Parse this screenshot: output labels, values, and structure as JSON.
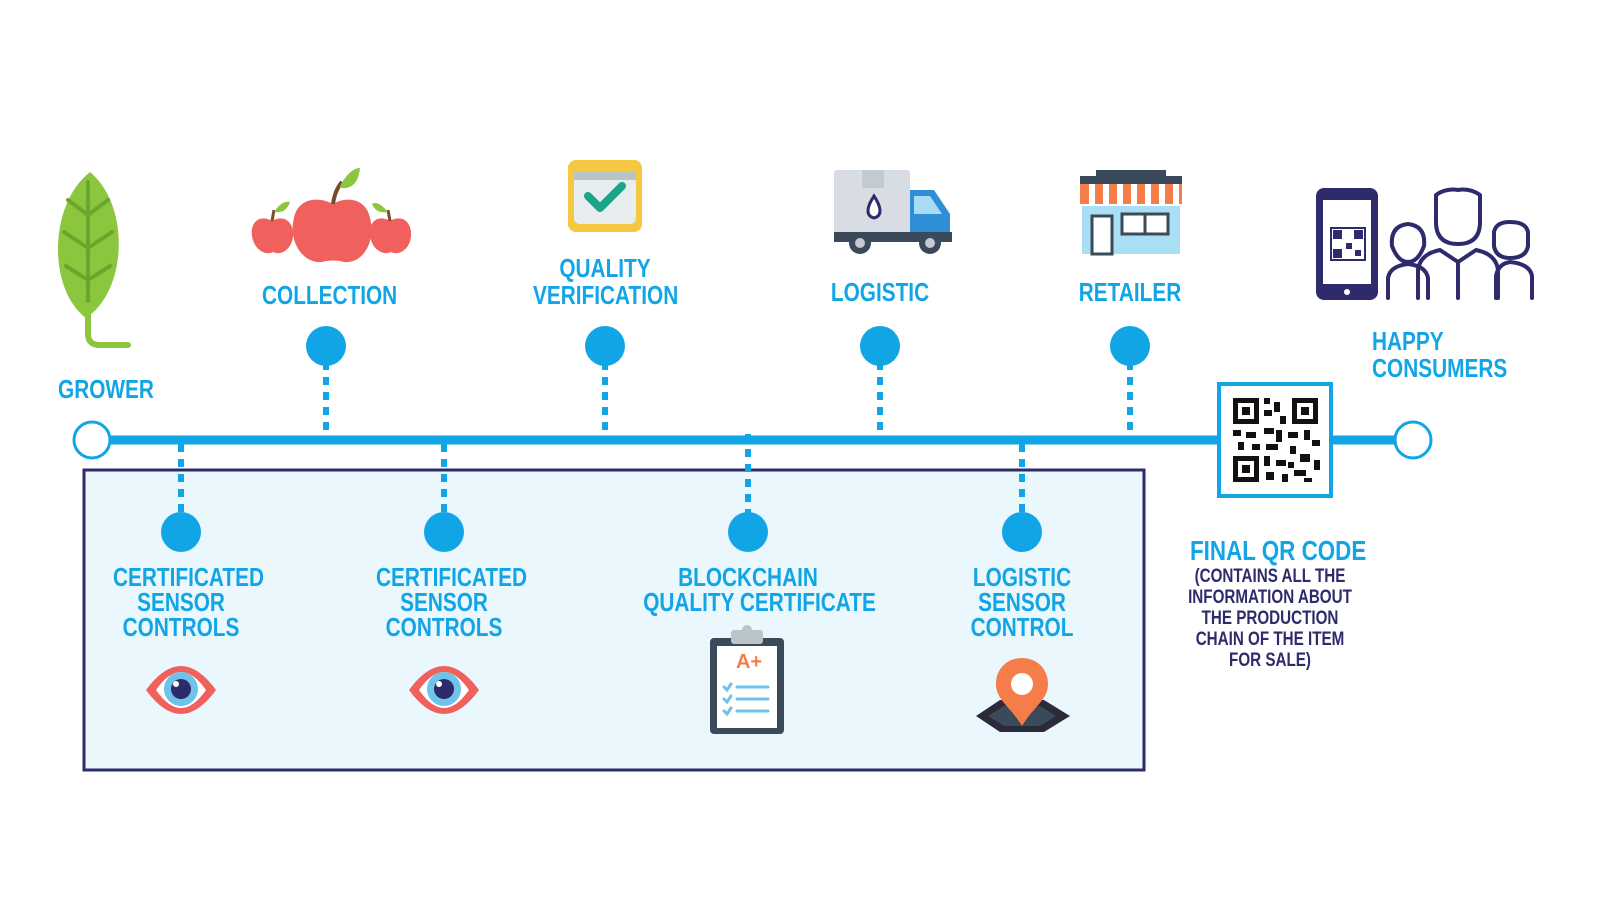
{
  "stages": {
    "grower": "GROWER",
    "collection": "COLLECTION",
    "quality_verification": [
      "QUALITY",
      "VERIFICATION"
    ],
    "logistic": "LOGISTIC",
    "retailer": "RETAILER",
    "happy_consumers": [
      "HAPPY",
      "CONSUMERS"
    ]
  },
  "controls": {
    "sensor_controls_1": [
      "CERTIFICATED",
      "SENSOR",
      "CONTROLS"
    ],
    "sensor_controls_2": [
      "CERTIFICATED",
      "SENSOR",
      "CONTROLS"
    ],
    "blockchain_certificate": [
      "BLOCKCHAIN",
      "QUALITY CERTIFICATE"
    ],
    "logistic_sensor_control": [
      "LOGISTIC",
      "SENSOR",
      "CONTROL"
    ]
  },
  "final_qr": {
    "title": "FINAL QR CODE",
    "description": [
      "(CONTAINS ALL THE",
      "INFORMATION ABOUT",
      "THE PRODUCTION",
      "CHAIN OF THE ITEM",
      "FOR SALE)"
    ]
  },
  "grade_badge": "A+",
  "icons": [
    "leaf-icon",
    "apples-icon",
    "checkmark-box-icon",
    "delivery-truck-icon",
    "store-icon",
    "smartphone-qr-icon",
    "family-icon",
    "qr-code-icon",
    "eye-icon",
    "clipboard-icon",
    "map-pin-icon"
  ],
  "colors": {
    "accent": "#12a5e6",
    "navy": "#2d2b6b",
    "panel": "#eaf7fd",
    "apple": "#f0605d",
    "leaf": "#8cc63f",
    "pin": "#f47d4a"
  }
}
